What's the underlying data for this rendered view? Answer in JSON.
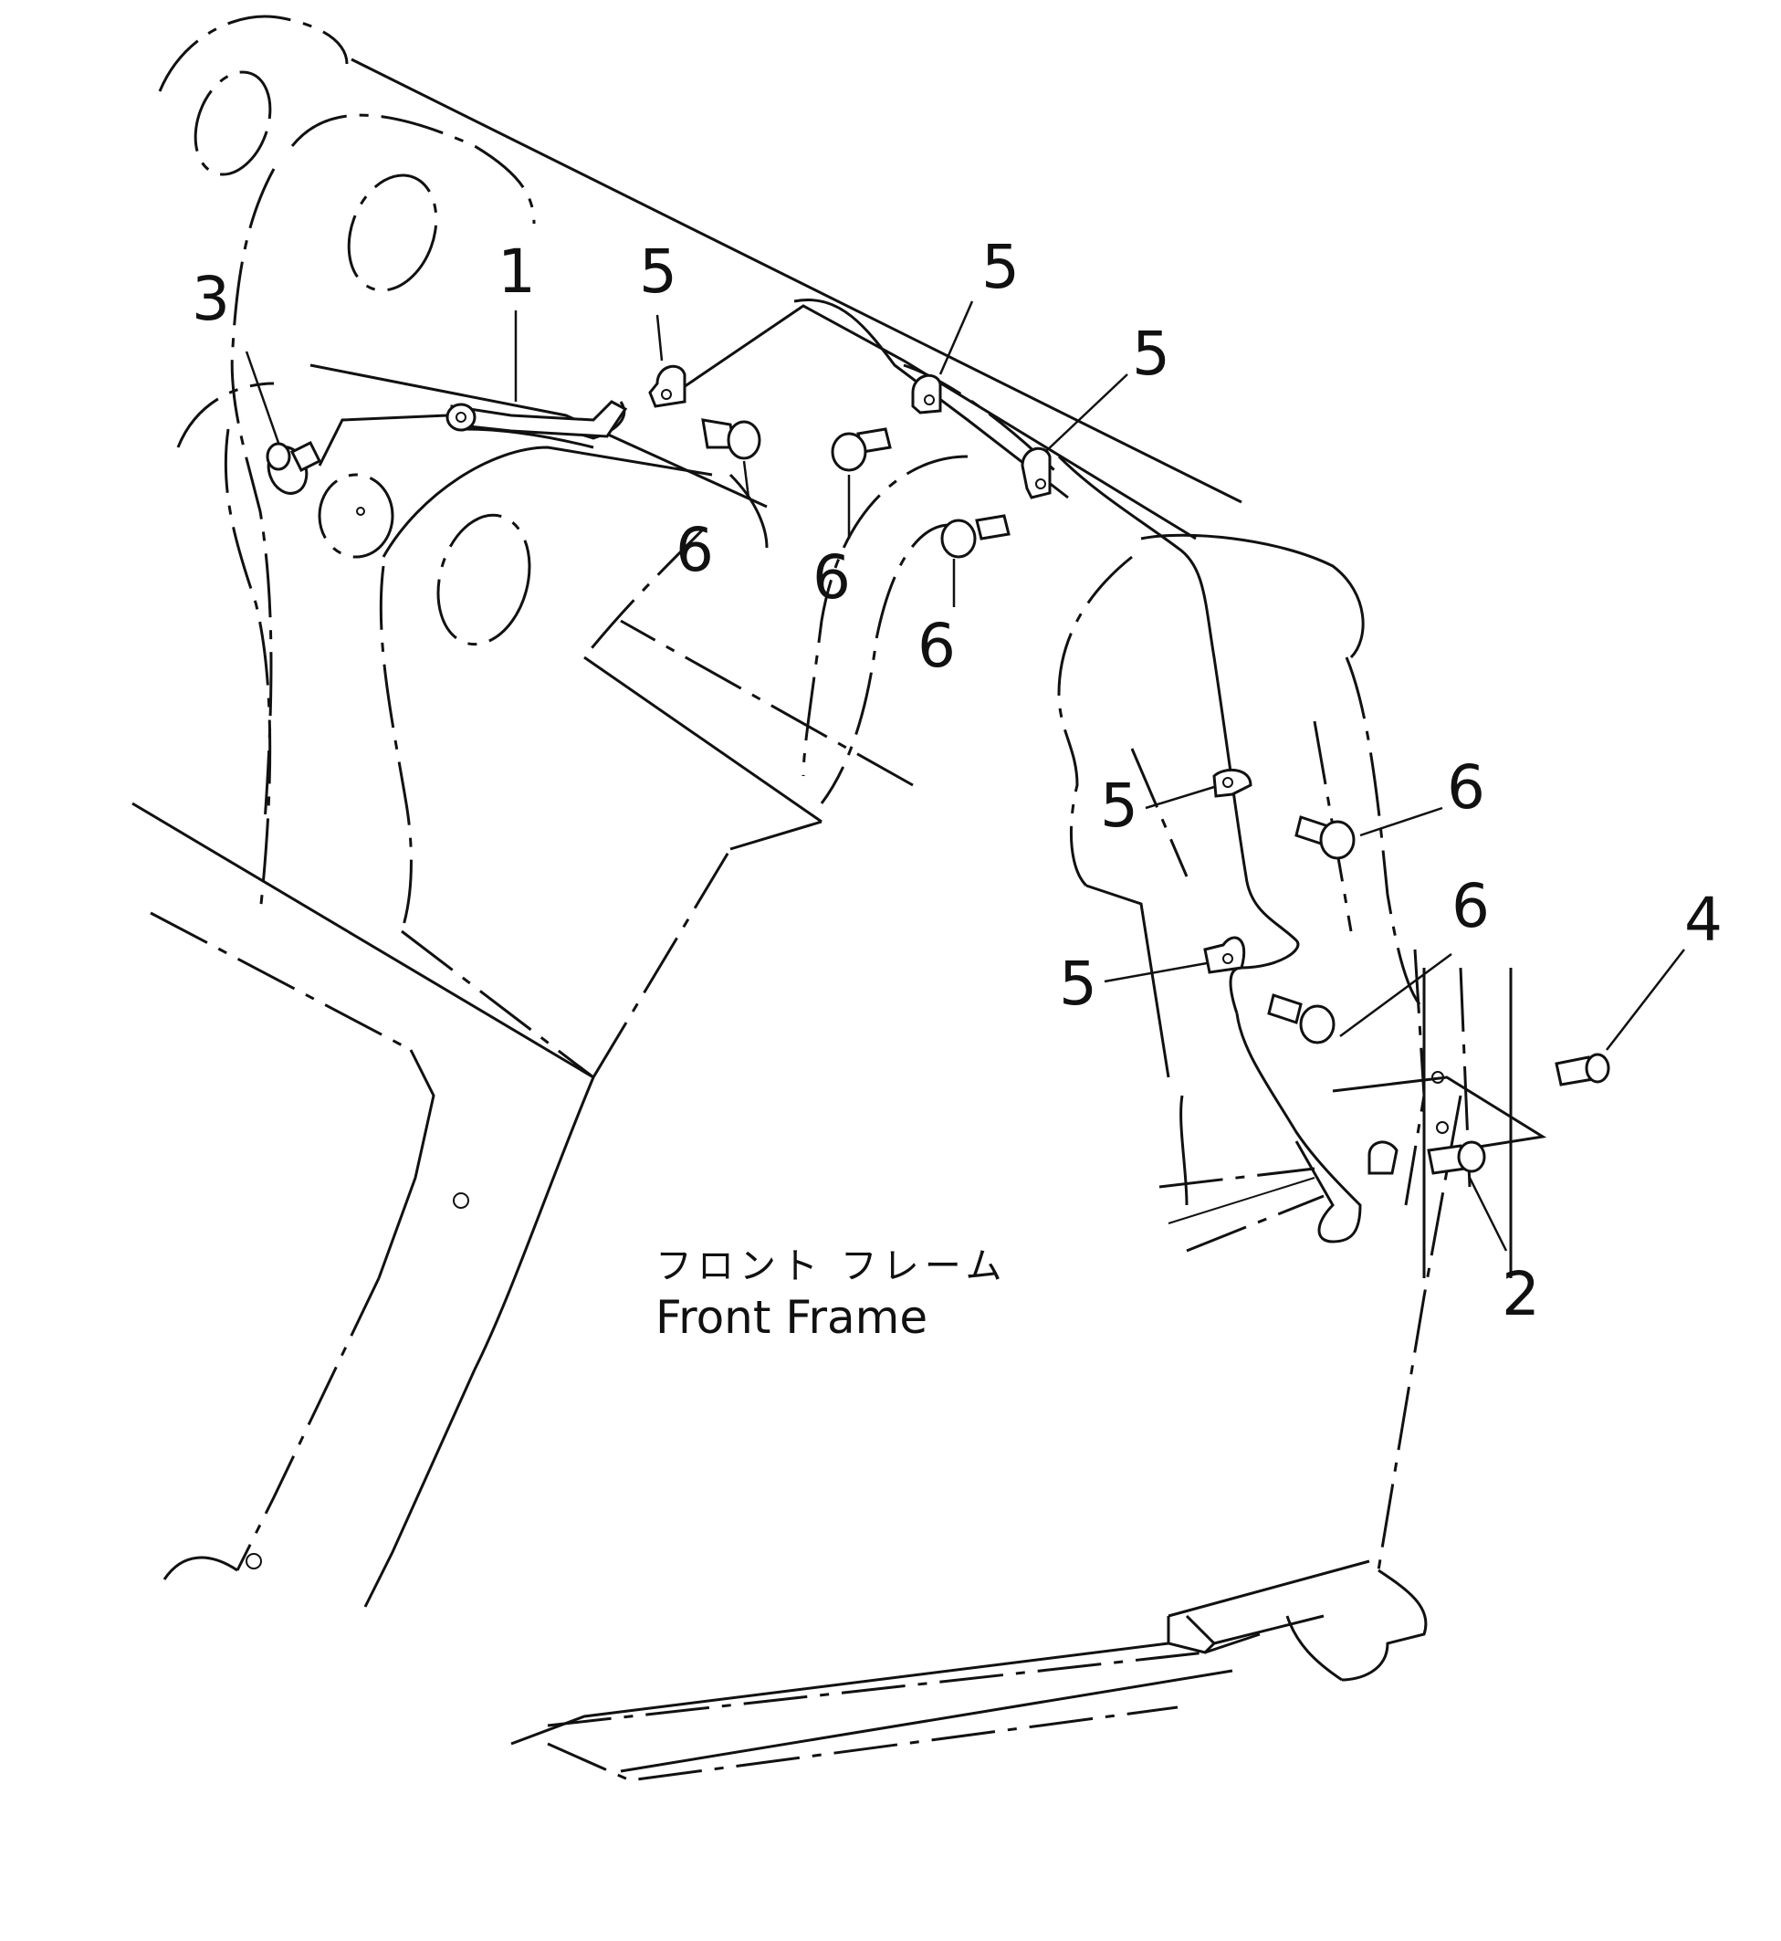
{
  "callouts": {
    "c1": "1",
    "c2": "2",
    "c3": "3",
    "c4": "4",
    "c5": "5",
    "c6": "6"
  },
  "caption": {
    "japanese": "フロント フレーム",
    "english": "Front Frame"
  }
}
